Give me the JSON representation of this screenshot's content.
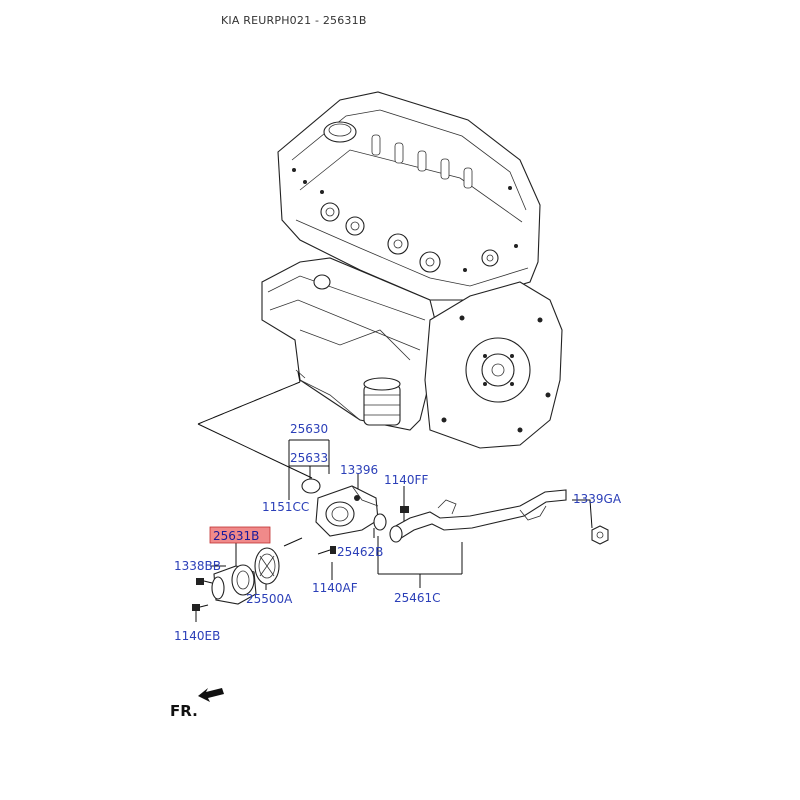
{
  "header": {
    "title": "KIA REURPH021 - 25631B"
  },
  "highlight_color": "#f08a8a",
  "label_color": "#2b3fb8",
  "parts": {
    "p25630": "25630",
    "p25633": "25633",
    "p13396": "13396",
    "p1140FF": "1140FF",
    "p1339GA": "1339GA",
    "p1151CC": "1151CC",
    "p25631B": "25631B",
    "p1338BB": "1338BB",
    "p25462B": "25462B",
    "p25500A": "25500A",
    "p1140AF": "1140AF",
    "p25461C": "25461C",
    "p1140EB": "1140EB"
  },
  "direction": {
    "label": "FR."
  }
}
